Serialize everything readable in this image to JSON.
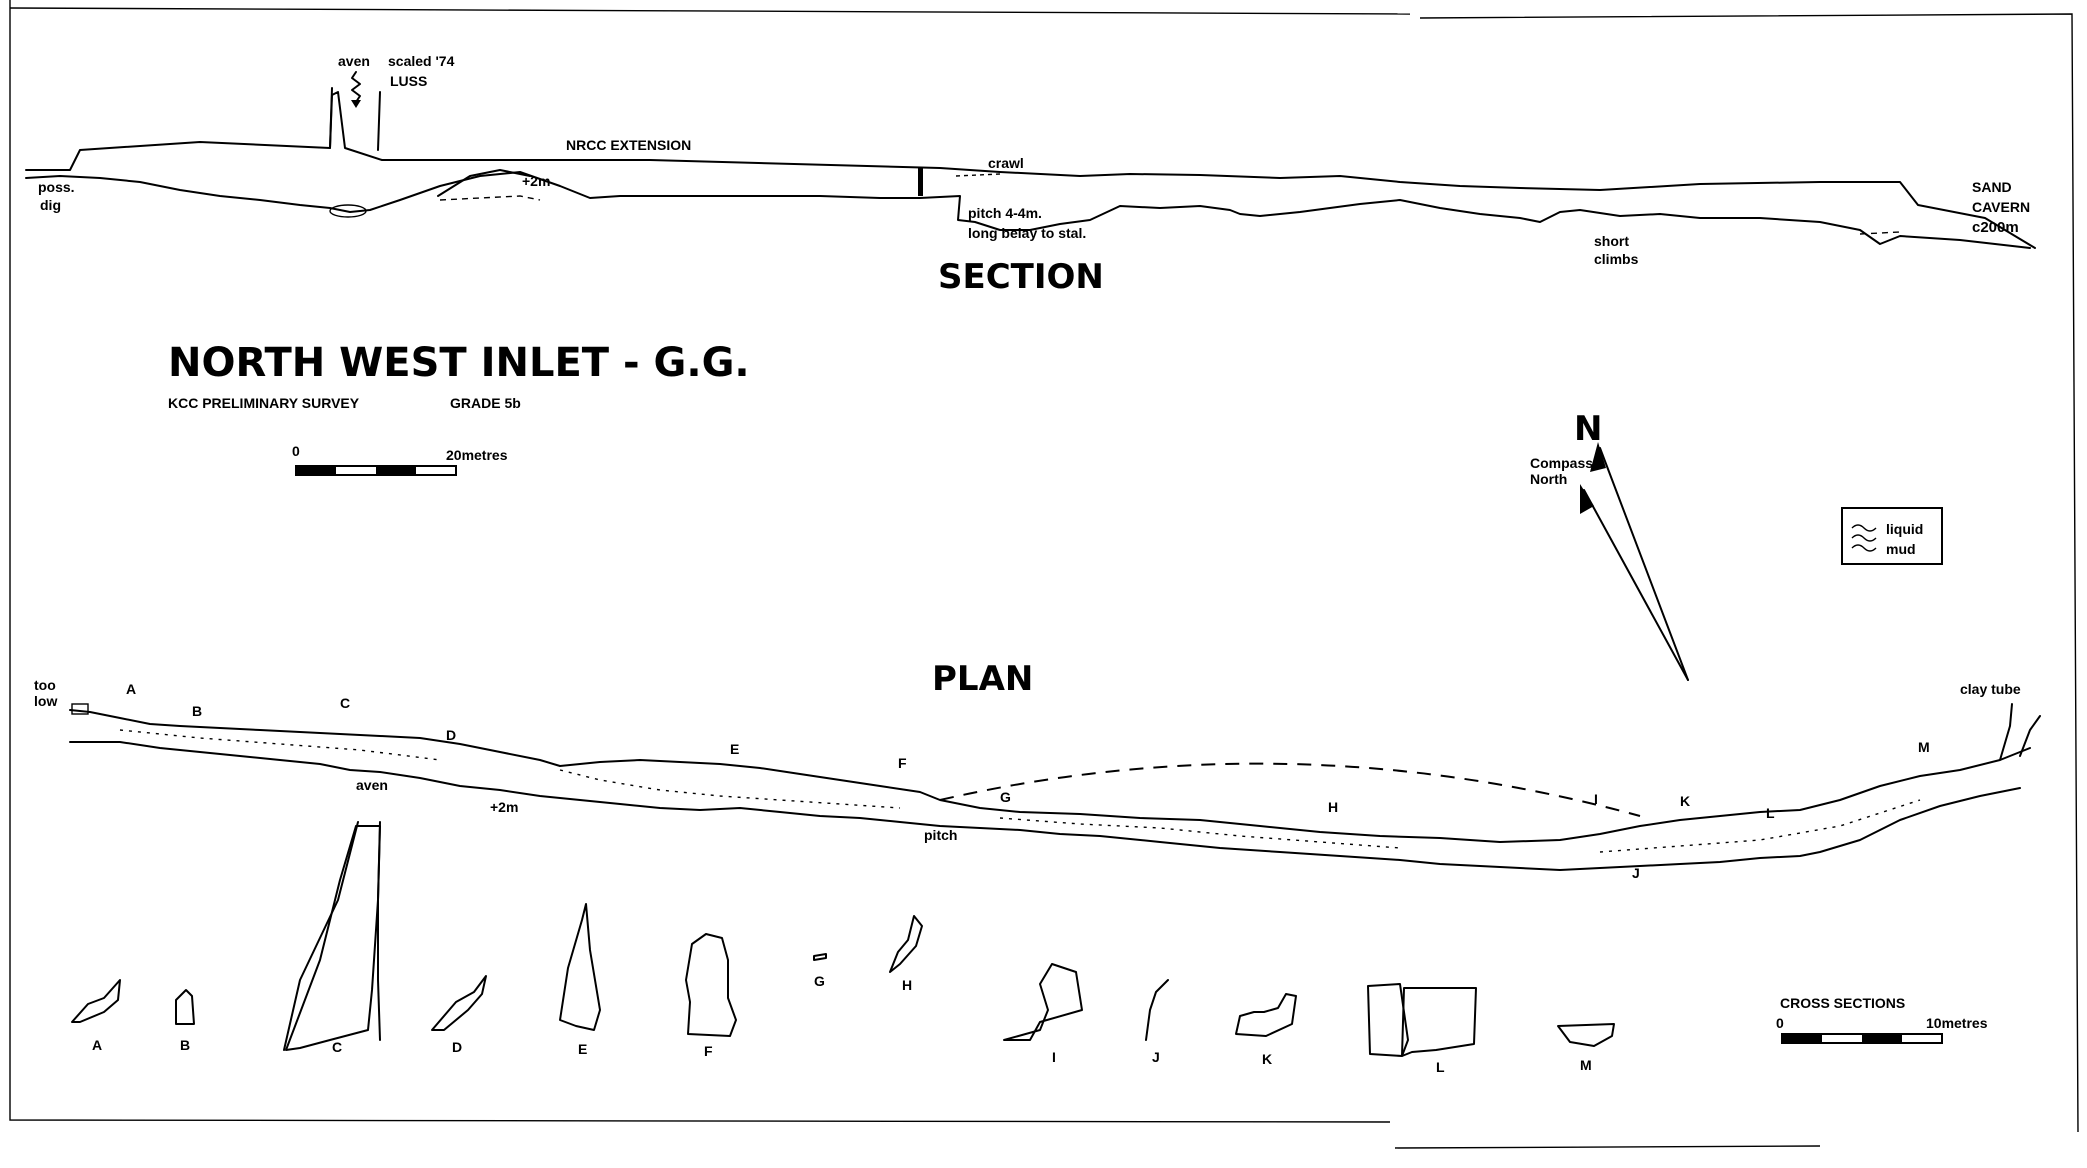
{
  "title": "NORTH WEST INLET - G.G.",
  "subtitle": "KCC PRELIMINARY SURVEY",
  "grade": "GRADE 5b",
  "main_scale": {
    "zero": "0",
    "end": "20metres"
  },
  "section": {
    "heading": "SECTION",
    "labels": {
      "aven": "aven",
      "scaled": "scaled '74",
      "luss": "LUSS",
      "nrcc": "NRCC EXTENSION",
      "poss": "poss.",
      "dig": "dig",
      "plus2m": "+2m",
      "crawl": "crawl",
      "pitch": "pitch 4-4m.",
      "belay": "long belay to stal.",
      "short": "short",
      "climbs": "climbs",
      "sand": "SAND",
      "cavern": "CAVERN",
      "c200m": "c200m"
    }
  },
  "plan": {
    "heading": "PLAN",
    "labels": {
      "too": "too",
      "low": "low",
      "aven": "aven",
      "plus2m": "+2m",
      "pitch": "pitch",
      "clay_tube": "clay tube"
    },
    "stations": [
      "A",
      "B",
      "C",
      "D",
      "E",
      "F",
      "G",
      "H",
      "I",
      "J",
      "K",
      "L",
      "M"
    ]
  },
  "north": {
    "letter": "N",
    "compass1": "Compass",
    "compass2": "North"
  },
  "legend": {
    "line1": "liquid",
    "line2": "mud"
  },
  "cross_sections": {
    "heading": "CROSS SECTIONS",
    "scale_zero": "0",
    "scale_end": "10metres",
    "labels": [
      "A",
      "B",
      "C",
      "D",
      "E",
      "F",
      "G",
      "H",
      "I",
      "J",
      "K",
      "L",
      "M"
    ]
  }
}
